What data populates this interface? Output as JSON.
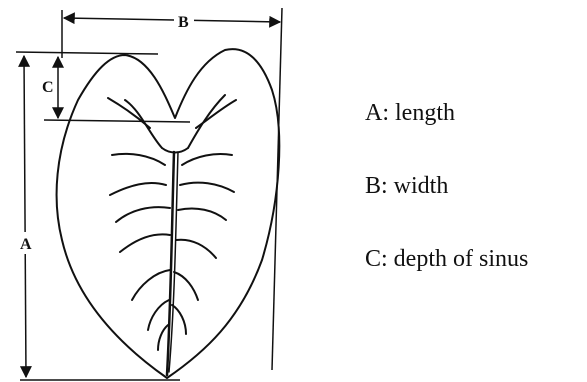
{
  "dimensions": {
    "a_letter": "A",
    "b_letter": "B",
    "c_letter": "C"
  },
  "legend": [
    {
      "text": "A: length"
    },
    {
      "text": "B: width"
    },
    {
      "text": "C: depth of sinus"
    }
  ],
  "colors": {
    "ink": "#111111",
    "background": "#ffffff"
  }
}
